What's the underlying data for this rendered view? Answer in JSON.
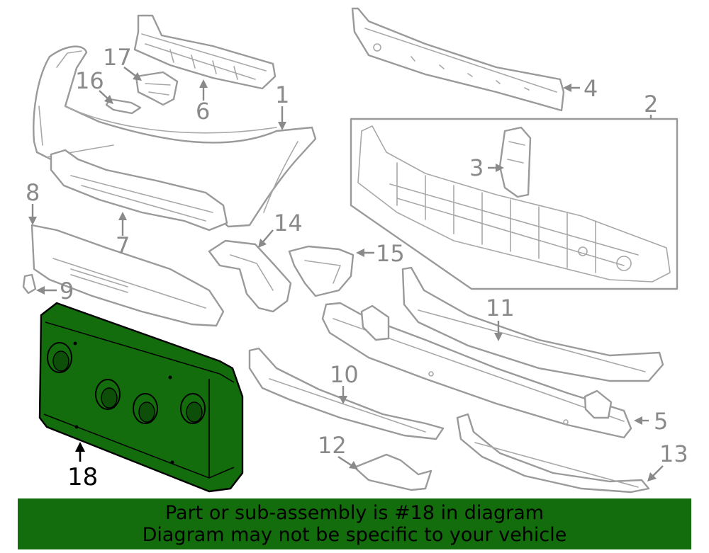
{
  "colors": {
    "highlight_fill": "#136d0c",
    "line": "#9a9a9a",
    "banner_bg": "#136d0c"
  },
  "callouts": {
    "c1": "1",
    "c2": "2",
    "c3": "3",
    "c4": "4",
    "c5": "5",
    "c6": "6",
    "c7": "7",
    "c8": "8",
    "c9": "9",
    "c10": "10",
    "c11": "11",
    "c12": "12",
    "c13": "13",
    "c14": "14",
    "c15": "15",
    "c16": "16",
    "c17": "17",
    "c18": "18"
  },
  "highlighted_part": "18",
  "banner": {
    "line1": "Part or sub-assembly is #18 in diagram",
    "line2": "Diagram may not be specific to your vehicle"
  }
}
